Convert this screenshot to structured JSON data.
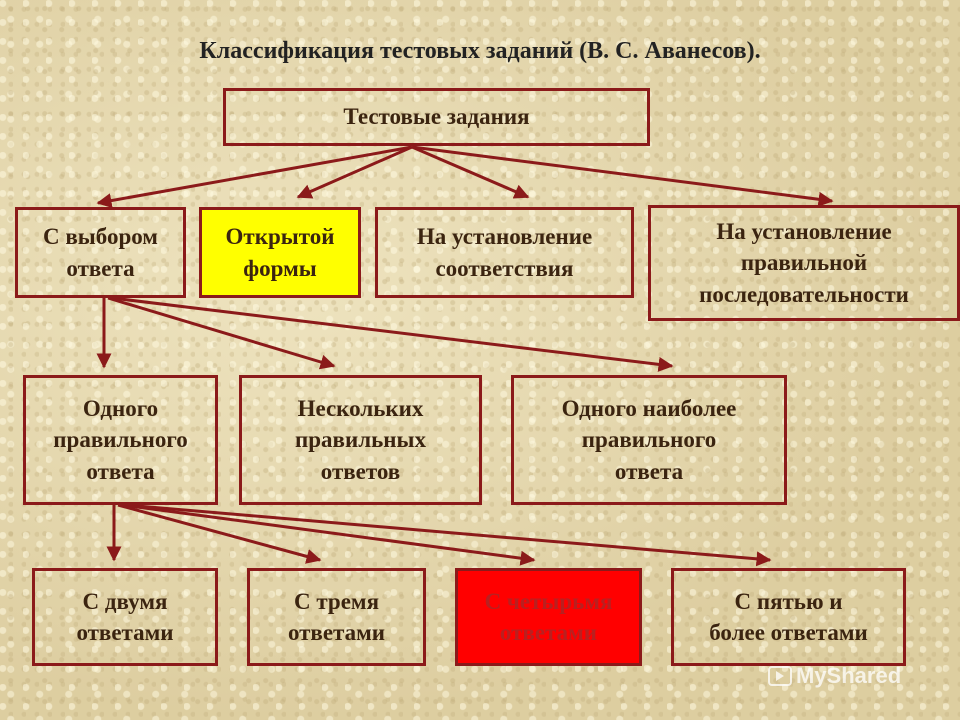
{
  "title": "Классификация тестовых заданий (В. С. Аванесов).",
  "root": "Тестовые задания",
  "level1": [
    "С выбором\nответа",
    "Открытой\nформы",
    "На установление\nсоответствия",
    "На установление\nправильной\nпоследовательности"
  ],
  "level2": [
    "Одного\nправильного\nответа",
    "Нескольких\nправильных\nответов",
    "Одного наиболее\nправильного\nответа"
  ],
  "level3": [
    "С двумя\nответами",
    "С тремя\nответами",
    "С четырьмя\nответами",
    "С пятью и\nболее ответами"
  ],
  "colors": {
    "border": "#8b1a1a",
    "highlight_yellow": "#ffff00",
    "highlight_red": "#ff0000"
  },
  "watermark": "MyShared"
}
